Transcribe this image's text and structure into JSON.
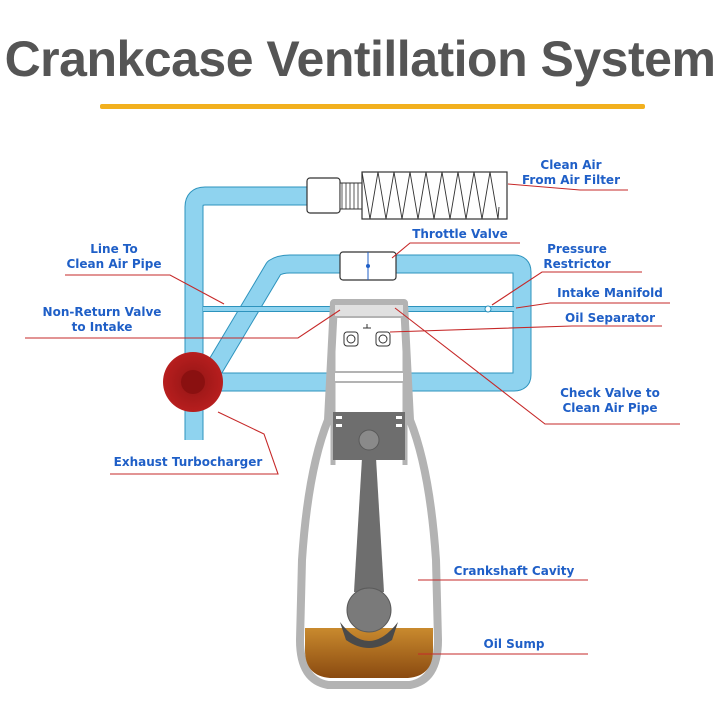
{
  "title": "Crankcase Ventillation System",
  "labels": {
    "clean_air_1": "Clean Air",
    "clean_air_2": "From Air Filter",
    "throttle_valve": "Throttle Valve",
    "pressure_restrictor_1": "Pressure",
    "pressure_restrictor_2": "Restrictor",
    "line_to_clean_1": "Line To",
    "line_to_clean_2": "Clean Air Pipe",
    "intake_manifold": "Intake Manifold",
    "non_return_1": "Non-Return Valve",
    "non_return_2": "to Intake",
    "oil_separator": "Oil Separator",
    "check_valve_1": "Check Valve to",
    "check_valve_2": "Clean Air Pipe",
    "exhaust_turbo": "Exhaust Turbocharger",
    "crankshaft_cavity": "Crankshaft Cavity",
    "oil_sump": "Oil Sump"
  },
  "colors": {
    "title": "#555555",
    "accent_bar": "#f2b01e",
    "label": "#1f5fc7",
    "leader": "#c62828",
    "pipe": "#8fd3ef",
    "engine_body": "#b3b3b3",
    "piston": "#6e6e6e",
    "turbo": "#b01a1a",
    "oil": "#b86a1c"
  }
}
